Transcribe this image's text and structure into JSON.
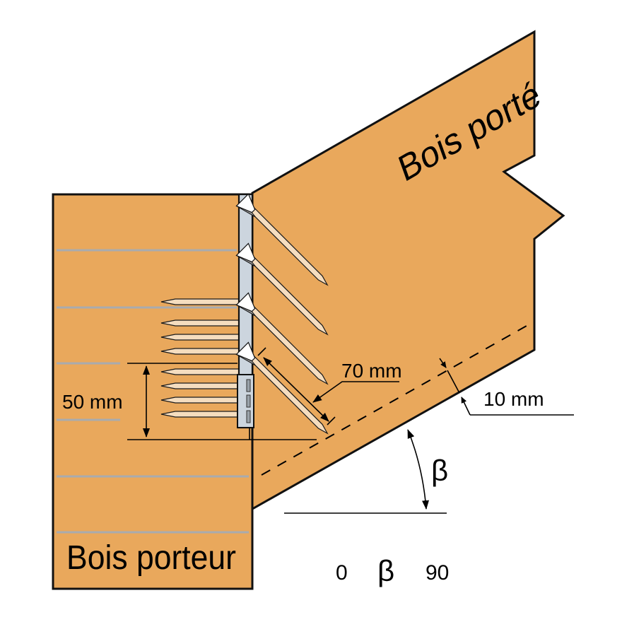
{
  "labels": {
    "supported_timber": "Bois porté",
    "supporting_timber": "Bois porteur",
    "screw_length": "70 mm",
    "spacing": "50 mm",
    "edge_distance": "10 mm",
    "angle_symbol": "β",
    "range_min": "0",
    "range_symbol": "β",
    "range_max": "90"
  },
  "colors": {
    "wood": "#E9A85C",
    "grain": "#A9ABAE",
    "bracket": "#CCD5DE",
    "screw": "#F5DDBF",
    "outline": "#111111"
  },
  "fasteners": {
    "inclined_screw_count": 4,
    "horizontal_nail_count": 8
  }
}
